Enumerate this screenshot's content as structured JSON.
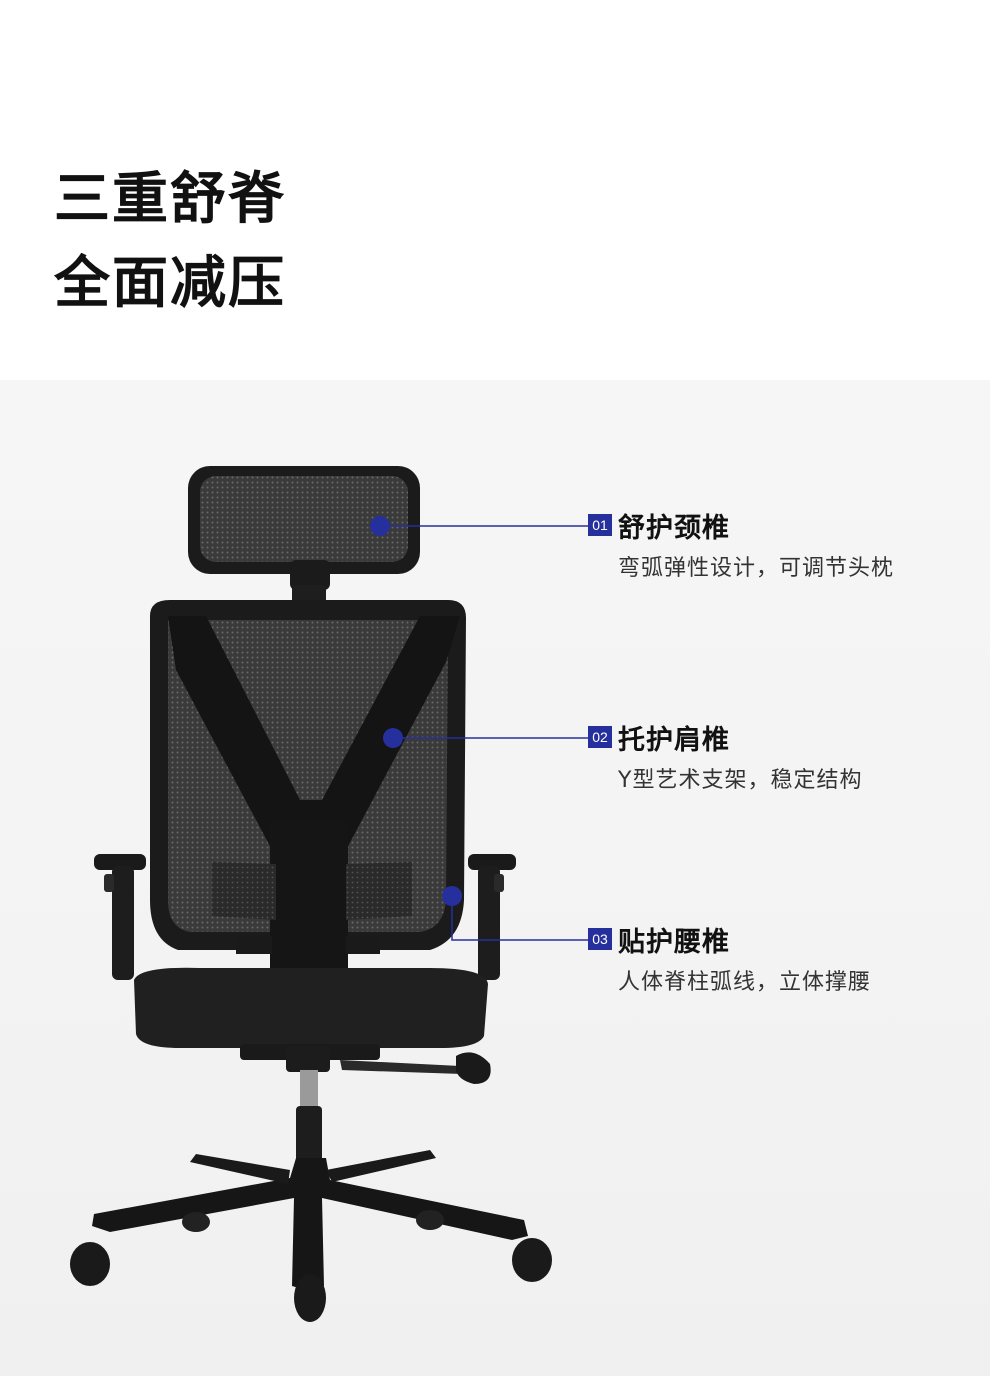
{
  "headline": {
    "line1": "三重舒脊",
    "line2": "全面减压"
  },
  "accent_color": "#26309c",
  "features": [
    {
      "num": "01",
      "title": "舒护颈椎",
      "desc": "弯弧弹性设计，可调节头枕"
    },
    {
      "num": "02",
      "title": "托护肩椎",
      "desc": "Y型艺术支架，稳定结构"
    },
    {
      "num": "03",
      "title": "贴护腰椎",
      "desc": "人体脊柱弧线，立体撑腰"
    }
  ]
}
